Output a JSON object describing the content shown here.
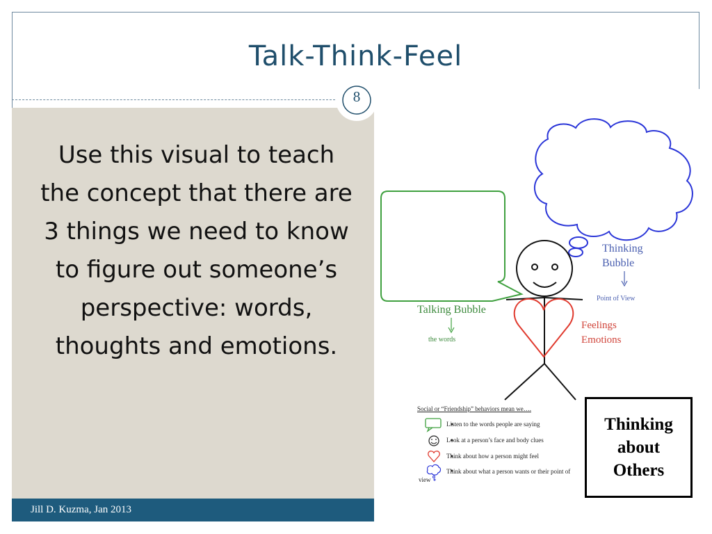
{
  "slide": {
    "title": "Talk-Think-Feel",
    "page_number": "8",
    "body_text": "Use this visual to teach the concept that there are 3 things we need to know to figure out someone’s perspective:  words, thoughts and emotions.",
    "footer": "Jill D. Kuzma, Jan 2013"
  },
  "graphic": {
    "talking_bubble_label": "Talking Bubble",
    "talking_bubble_sub": "the words",
    "thinking_bubble_label_1": "Thinking",
    "thinking_bubble_label_2": "Bubble",
    "thinking_bubble_sub": "Point of View",
    "feelings_label_1": "Feelings",
    "feelings_label_2": "Emotions",
    "friendship_header": "Social or “Friendship” behaviors mean we….",
    "behaviors": [
      "Listen to the words people are saying",
      "Look at a person’s face and body clues",
      "Think about how a person might feel",
      "Think about what a person wants or their point of view"
    ],
    "box_line_1": "Thinking",
    "box_line_2": "about",
    "box_line_3": "Others"
  },
  "colors": {
    "title": "#1f4e6b",
    "panel": "#ddd9cf",
    "footer_bar": "#1e5b7d",
    "talk_green": "#3d8a3d",
    "think_blue": "#4a5fb0",
    "feel_red": "#d0443a"
  }
}
